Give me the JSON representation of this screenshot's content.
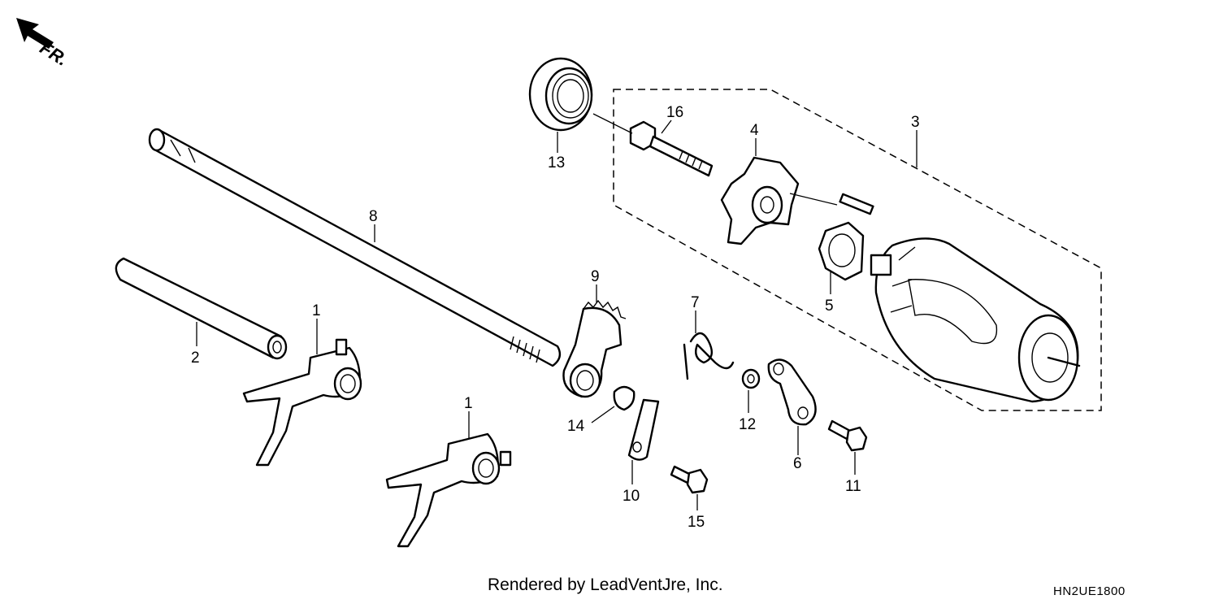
{
  "orientation": {
    "label": "FR.",
    "icon": "front-direction-arrow-icon"
  },
  "callouts": [
    "1",
    "1",
    "2",
    "3",
    "4",
    "5",
    "6",
    "7",
    "8",
    "9",
    "10",
    "11",
    "12",
    "13",
    "14",
    "15",
    "16"
  ],
  "footer": {
    "credit": "Rendered by LeadVentJre, Inc.",
    "code": "HN2UE1800"
  }
}
